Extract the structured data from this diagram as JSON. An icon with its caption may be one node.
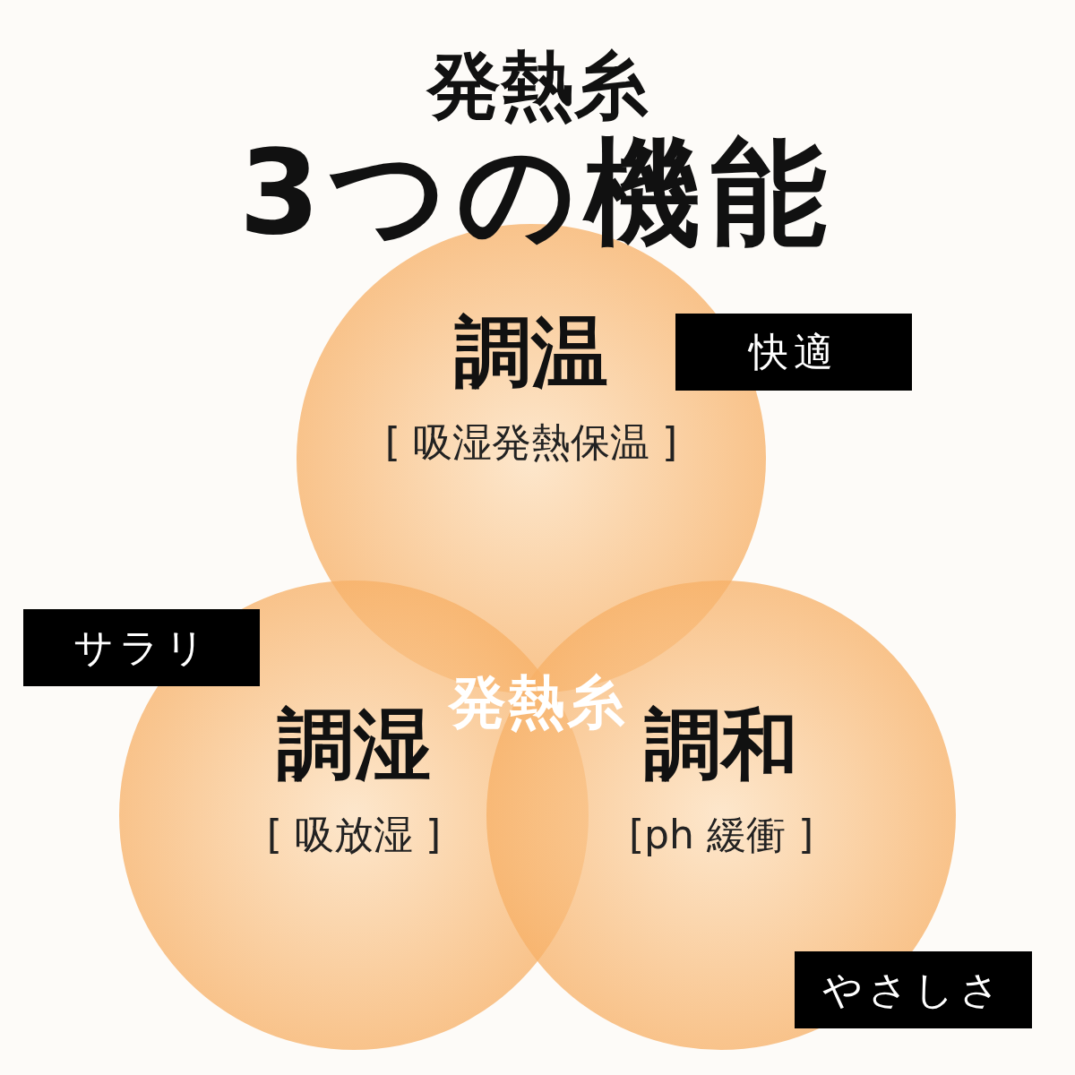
{
  "diagram": {
    "title": "発熱糸",
    "nodes": [
      {
        "text": [
          "調温",
          "[ 吸湿発熱保温 ]"
        ]
      },
      {
        "text": [
          "快適"
        ]
      },
      {
        "text": [
          "調湿",
          "[ 吸放湿 ]"
        ]
      },
      {
        "text": [
          "サラリ"
        ]
      },
      {
        "text": [
          "調和",
          "[ph 緩衝 ]"
        ]
      },
      {
        "text": [
          "やさしさ"
        ]
      }
    ],
    "labels": [
      "3つの機能",
      "発熱糸"
    ]
  }
}
